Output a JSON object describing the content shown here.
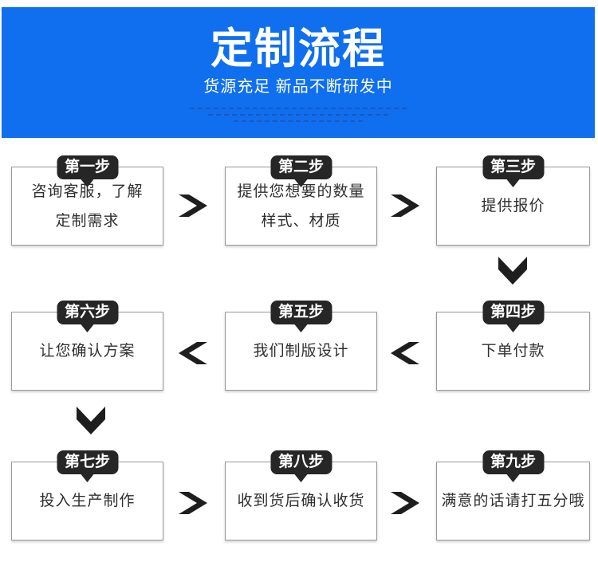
{
  "banner": {
    "title": "定制流程",
    "subtitle": "货源充足 新品不断研发中",
    "background_color": "#0f6fef"
  },
  "steps": [
    {
      "badge": "第一步",
      "text": "咨询客服，了解\n定制需求"
    },
    {
      "badge": "第二步",
      "text": "提供您想要的数量\n样式、材质"
    },
    {
      "badge": "第三步",
      "text": "提供报价"
    },
    {
      "badge": "第四步",
      "text": "下单付款"
    },
    {
      "badge": "第五步",
      "text": "我们制版设计"
    },
    {
      "badge": "第六步",
      "text": "让您确认方案"
    },
    {
      "badge": "第七步",
      "text": "投入生产制作"
    },
    {
      "badge": "第八步",
      "text": "收到货后确认收货"
    },
    {
      "badge": "第九步",
      "text": "满意的话请打五分哦"
    }
  ],
  "flow": {
    "row1_direction": "left-to-right",
    "row2_direction": "right-to-left",
    "row3_direction": "left-to-right"
  },
  "icons": {
    "arrow_right": "chevron-right",
    "arrow_left": "chevron-left",
    "arrow_down": "chevron-down"
  },
  "colors": {
    "banner_blue": "#0f6fef",
    "badge_black": "#262626",
    "arrow_black": "#1e1e1e",
    "card_border_gray": "#999999",
    "dash_dark_blue": "#1d55b8"
  }
}
